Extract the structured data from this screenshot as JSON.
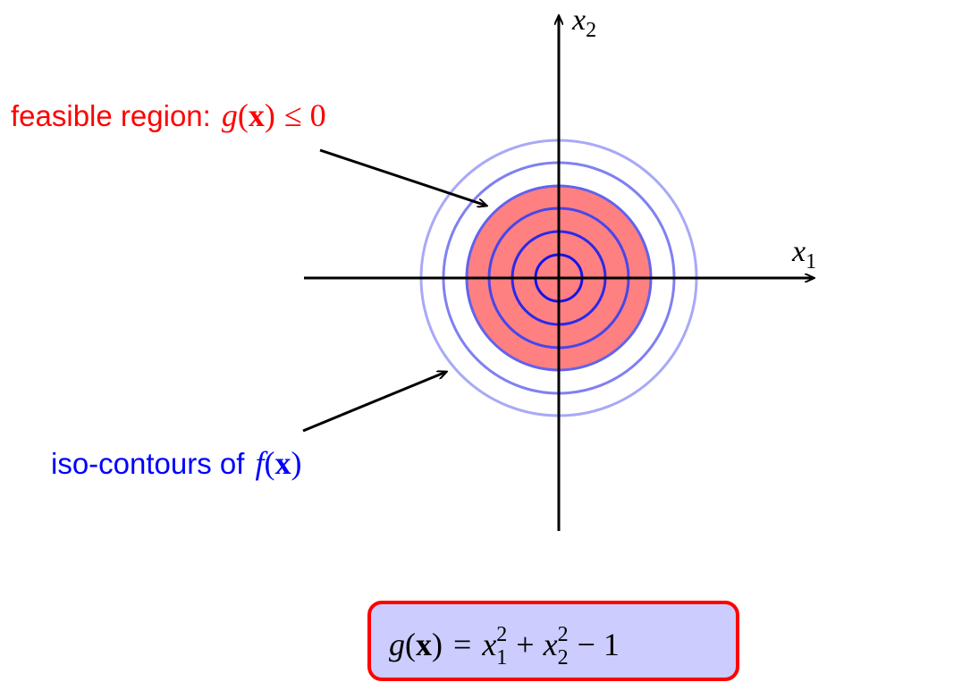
{
  "diagram": {
    "axes": {
      "x_label": {
        "var": "x",
        "sub": "1"
      },
      "y_label": {
        "var": "x",
        "sub": "2"
      }
    },
    "feasible_region_label": {
      "text": "feasible region:",
      "math_func": "g",
      "math_arg": "x",
      "math_rel": "≤ 0",
      "color": "#ff0000"
    },
    "contours_label": {
      "text": "iso-contours of",
      "math_func": "f",
      "math_arg": "x",
      "color": "#0000ff"
    },
    "equation": {
      "func": "g",
      "arg": "x",
      "equals": "=",
      "term1_var": "x",
      "term1_sub": "1",
      "term1_sup": "2",
      "plus": "+",
      "term2_var": "x",
      "term2_sub": "2",
      "term2_sup": "2",
      "minus": "− 1",
      "box_fill": "#ccccff",
      "box_border": "#ff0000"
    },
    "colors": {
      "feasible_fill": "#ff8080",
      "contour_dark": "#1010ee",
      "contour_light": "#a9a9f7",
      "axis": "#000000"
    }
  }
}
